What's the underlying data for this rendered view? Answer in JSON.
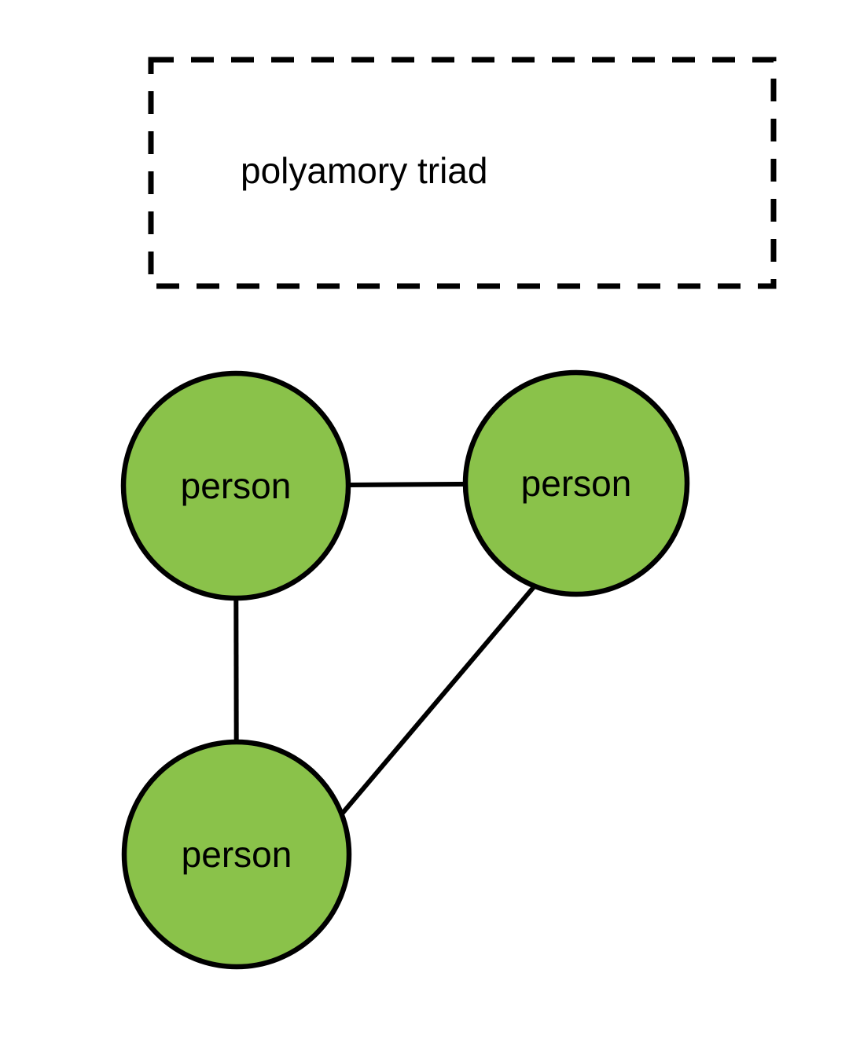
{
  "diagram": {
    "type": "node-link-diagram",
    "group": {
      "label": "polyamory triad",
      "border_style": "dashed",
      "border_color": "#000000"
    },
    "nodes": [
      {
        "id": "person-top-left",
        "label": "person",
        "shape": "circle"
      },
      {
        "id": "person-top-right",
        "label": "person",
        "shape": "circle"
      },
      {
        "id": "person-bottom",
        "label": "person",
        "shape": "circle"
      }
    ],
    "edges": [
      {
        "from": "person-top-left",
        "to": "person-top-right"
      },
      {
        "from": "person-top-left",
        "to": "person-bottom"
      },
      {
        "from": "person-top-right",
        "to": "person-bottom"
      }
    ],
    "colors": {
      "node_fill": "#8ac24a",
      "node_stroke": "#000000",
      "edge_color": "#000000",
      "label_color": "#000000",
      "background": "#ffffff"
    }
  }
}
